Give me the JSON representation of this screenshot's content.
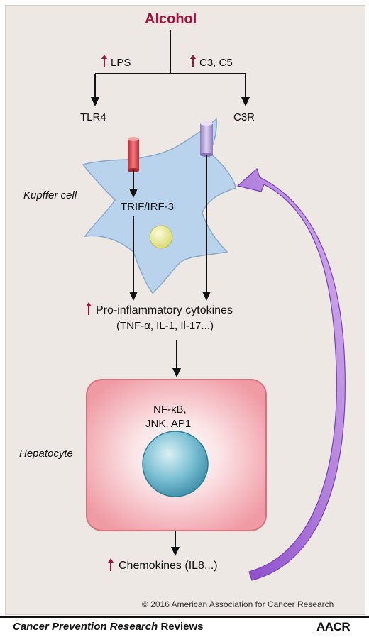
{
  "diagram": {
    "source": "Alcohol",
    "up_labels": {
      "lps": "LPS",
      "complement": "C3, C5"
    },
    "receptors": {
      "tlr4": "TLR4",
      "c3r": "C3R"
    },
    "kupffer": {
      "label": "Kupffer cell",
      "pathway": "TRIF/IRF-3"
    },
    "cytokines": {
      "line1": "Pro-inflammatory cytokines",
      "line2": "(TNF-α, IL-1, Il-17...)"
    },
    "hepatocyte": {
      "label": "Hepatocyte",
      "factors_line1": "NF-κB,",
      "factors_line2": "JNK, AP1"
    },
    "chemokines": "Chemokines (IL8...)"
  },
  "colors": {
    "alcohol_text": "#a3103f",
    "up_arrow": "#a3103f",
    "kupffer_fill": "#b9d3ec",
    "nucleus_yellow": "#ecec97",
    "tlr4_receptor": "#e05c62",
    "c3r_receptor": "#b7a6d9",
    "hepatocyte_fill": "#f4c2c7",
    "hepatocyte_nucleus": "#7cc0d4",
    "feedback_arrow": "#b07fd8",
    "panel_bg": "#ede8e3"
  },
  "footer": {
    "copyright": "© 2016 American Association for Cancer Research",
    "journal_name": "Cancer Prevention Research",
    "journal_suffix": "Reviews",
    "publisher_logo": "AACR"
  }
}
